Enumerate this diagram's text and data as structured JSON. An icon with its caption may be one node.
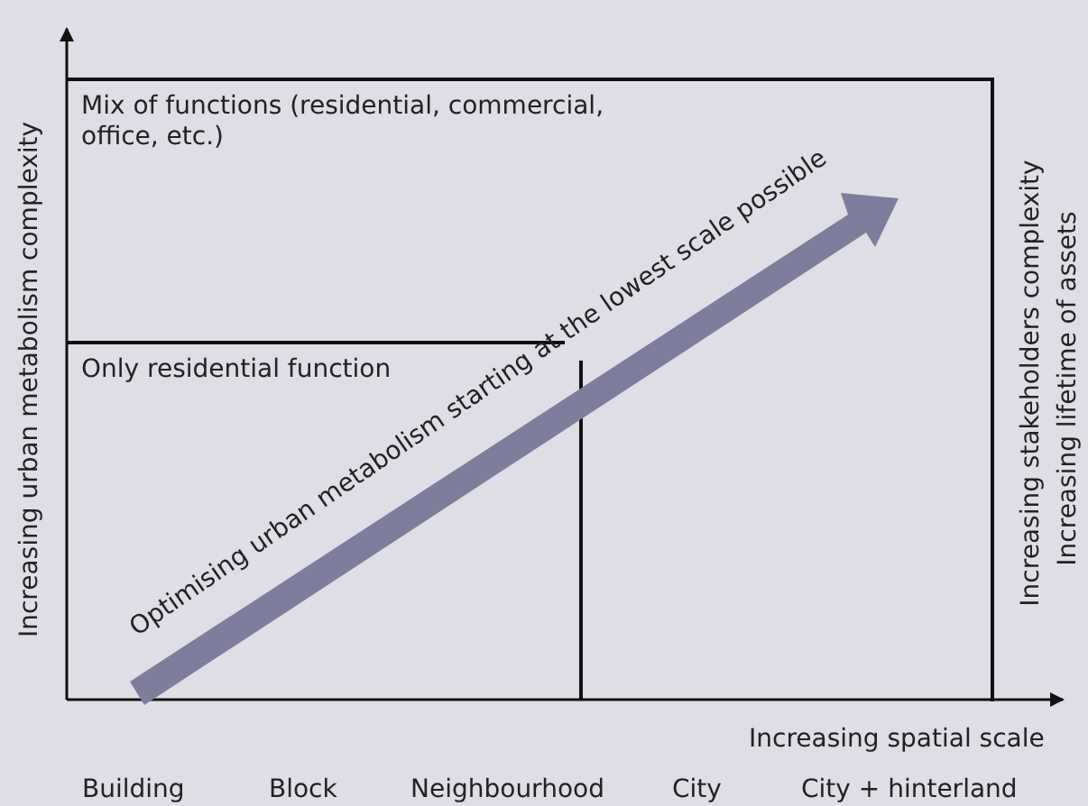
{
  "diagram": {
    "nodes": [
      {
        "text": [
          "Mix of functions (residential, commercial, office, etc.)"
        ]
      },
      {
        "text": [
          "Only residential function"
        ],
        "in": 0
      }
    ],
    "edges": [],
    "labels": [
      "Increasing urban metabolism complexity",
      "Optimising urban metabolism starting at the lowest scale possible",
      "Increasing stakeholders complexity",
      "Increasing lifetime of assets",
      "Increasing spatial scale",
      "Building",
      "Block",
      "Neighbourhood",
      "City",
      "City + hinterland"
    ]
  }
}
